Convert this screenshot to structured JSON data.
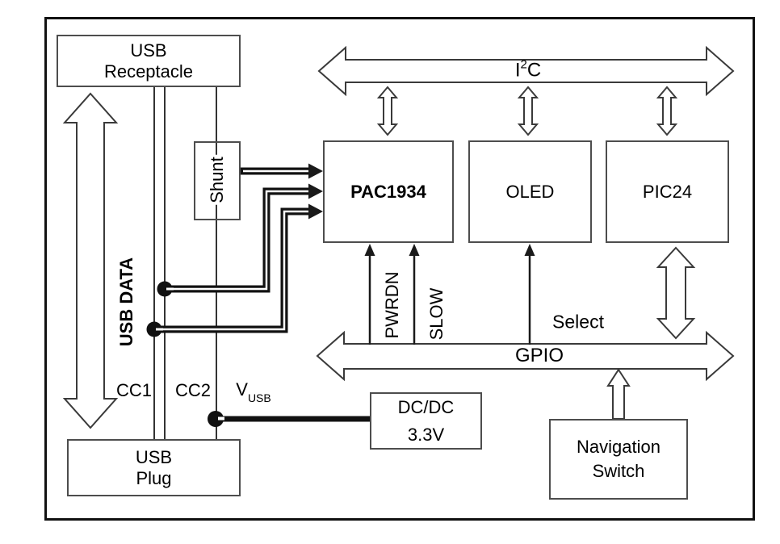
{
  "figure": {
    "blocks": {
      "usb_receptacle": {
        "line1": "USB",
        "line2": "Receptacle"
      },
      "shunt": {
        "label": "Shunt"
      },
      "pac1934": {
        "label": "PAC1934"
      },
      "oled": {
        "label": "OLED"
      },
      "pic24": {
        "label": "PIC24"
      },
      "dcdc": {
        "line1": "DC/DC",
        "line2": "3.3V"
      },
      "navigation_switch": {
        "line1": "Navigation",
        "line2": "Switch"
      },
      "usb_plug": {
        "line1": "USB",
        "line2": "Plug"
      }
    },
    "buses": {
      "i2c": {
        "base": "I",
        "sup": "2",
        "tail": "C"
      },
      "gpio": {
        "label": "GPIO"
      }
    },
    "signals": {
      "usb_data": "USB DATA",
      "cc1": "CC1",
      "cc2": "CC2",
      "vusb": {
        "base": "V",
        "sub": "USB"
      },
      "pwrdn": "PWRDN",
      "slow": "SLOW",
      "select": "Select"
    },
    "colors": {
      "foreground": "#000000",
      "background": "#ffffff",
      "line": "#3a3a3a"
    }
  }
}
